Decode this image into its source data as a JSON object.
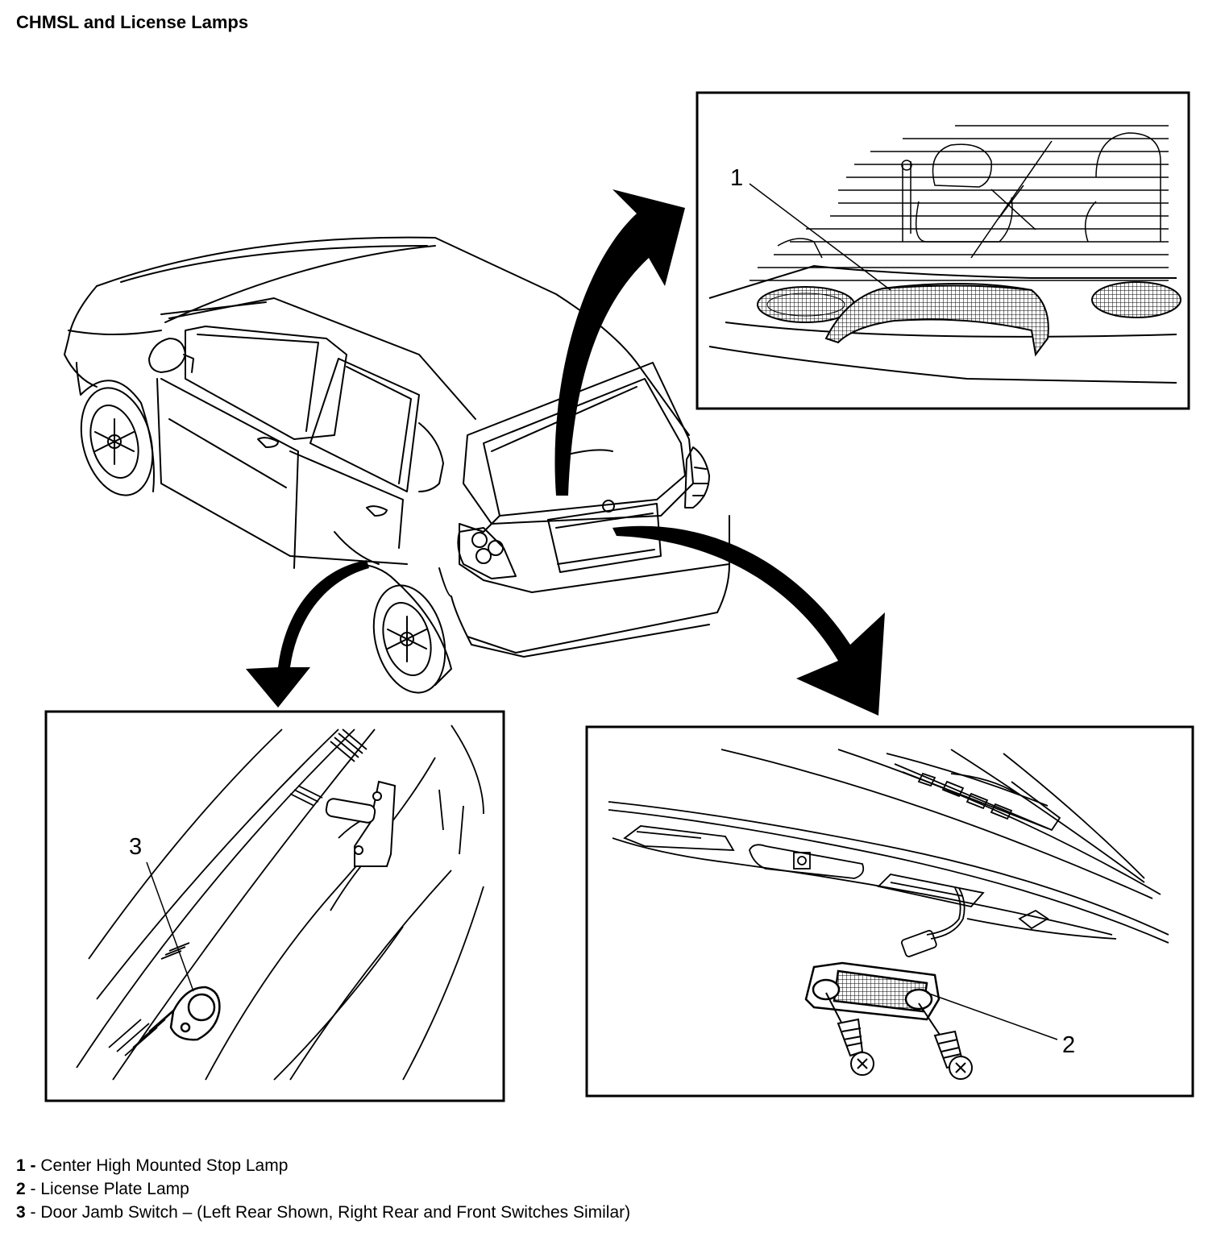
{
  "title": "CHMSL and License Lamps",
  "callouts": [
    {
      "number": "1",
      "name": "Center High Mounted Stop Lamp"
    },
    {
      "number": "2",
      "name": "License Plate Lamp"
    },
    {
      "number": "3",
      "name": "Door Jamb Switch"
    }
  ],
  "legend": [
    {
      "num": "1",
      "sep": " - ",
      "text": "Center High Mounted Stop Lamp"
    },
    {
      "num": "2",
      "sep": " - ",
      "text": "License Plate Lamp"
    },
    {
      "num": "3",
      "sep": " - ",
      "text": "Door Jamb Switch – (Left Rear Shown, Right Rear and Front Switches Similar)"
    }
  ]
}
